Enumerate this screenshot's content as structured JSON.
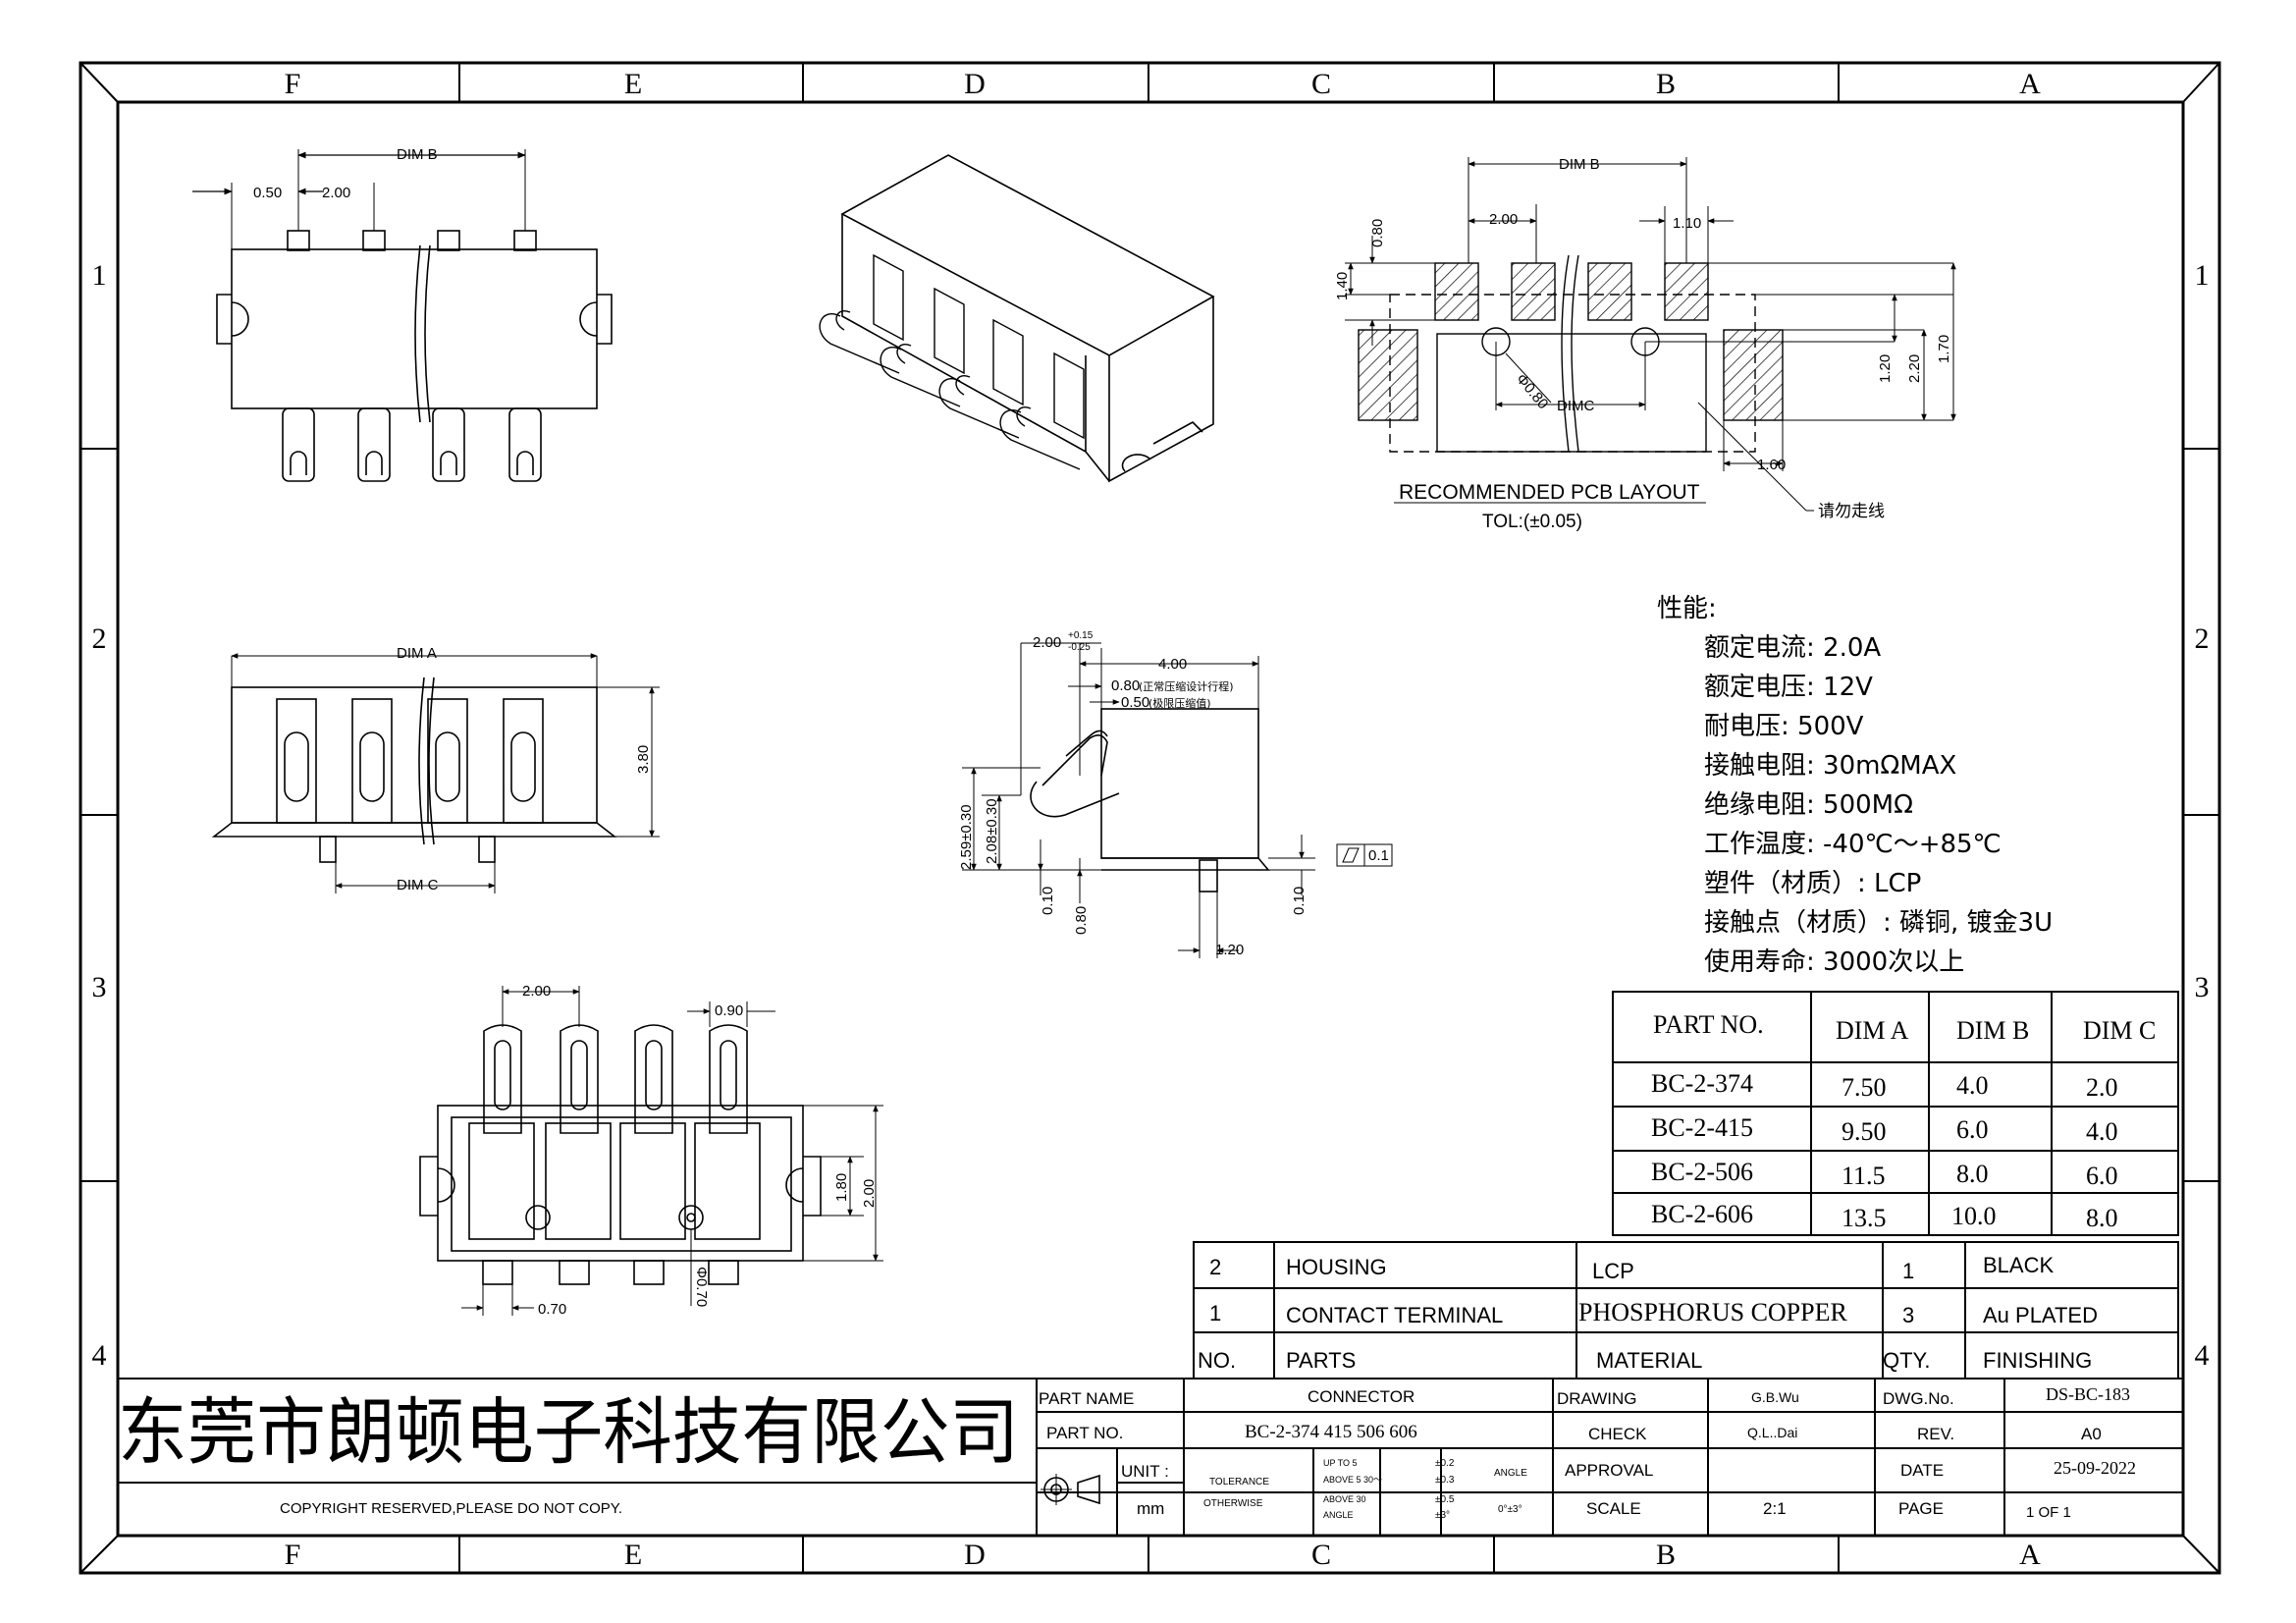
{
  "border": {
    "columns": [
      "F",
      "E",
      "D",
      "C",
      "B",
      "A"
    ],
    "rows": [
      "1",
      "2",
      "3",
      "4"
    ]
  },
  "top_view": {
    "dim_b": "DIM B",
    "d050": "0.50",
    "d200": "2.00"
  },
  "front_view": {
    "dim_a": "DIM A",
    "d380": "3.80",
    "dim_c": "DIM C"
  },
  "bottom_view": {
    "d200": "2.00",
    "d090": "0.90",
    "d180": "1.80",
    "d200b": "2.00",
    "d070": "0.70",
    "phi070": "Φ0.70"
  },
  "side_view": {
    "d200": "2.00",
    "d200_tol_up": "+0.15",
    "d200_tol_dn": "-0.25",
    "d400": "4.00",
    "d080": "0.80",
    "d080_note": "(正常压缩设计行程)",
    "d050": "0.50",
    "d050_note": "(极限压缩值)",
    "d259": "2.59±0.30",
    "d208": "2.08±0.30",
    "d010a": "0.10",
    "d080b": "0.80",
    "d120": "1.20",
    "d010b": "0.10",
    "flatness": "0.1"
  },
  "pcb": {
    "dim_b": "DIM B",
    "d200": "2.00",
    "d110": "1.10",
    "d080": "0.80",
    "d140": "1.40",
    "d120": "1.20",
    "d220": "2.20",
    "d170": "1.70",
    "phi080": "Φ0.80",
    "dim_c": "DIMC",
    "d160": "1.60",
    "title": "RECOMMENDED PCB LAYOUT",
    "tol": "TOL:(±0.05)",
    "note": "请勿走线"
  },
  "specs": {
    "heading": "性能:",
    "lines": [
      "额定电流: 2.0A",
      "额定电压: 12V",
      "耐电压: 500V",
      "接触电阻: 30mΩMAX",
      "绝缘电阻: 500MΩ",
      "工作温度: -40℃～+85℃",
      "塑件（材质）: LCP",
      "接触点（材质）: 磷铜, 镀金3U",
      "使用寿命: 3000次以上"
    ]
  },
  "dim_table": {
    "headers": [
      "PART NO.",
      "DIM A",
      "DIM B",
      "DIM C"
    ],
    "rows": [
      [
        "BC-2-374",
        "7.50",
        "4.0",
        "2.0"
      ],
      [
        "BC-2-415",
        "9.50",
        "6.0",
        "4.0"
      ],
      [
        "BC-2-506",
        "11.5",
        "8.0",
        "6.0"
      ],
      [
        "BC-2-606",
        "13.5",
        "10.0",
        "8.0"
      ]
    ]
  },
  "bom": {
    "rows": [
      [
        "2",
        "HOUSING",
        "LCP",
        "1",
        "BLACK"
      ],
      [
        "1",
        "CONTACT TERMINAL",
        "PHOSPHORUS COPPER",
        "3",
        "Au PLATED"
      ]
    ],
    "header": [
      "NO.",
      "PARTS",
      "MATERIAL",
      "QTY.",
      "FINISHING"
    ]
  },
  "title_block": {
    "company": "东莞市朗顿电子科技有限公司",
    "copyright": "COPYRIGHT RESERVED,PLEASE DO NOT COPY.",
    "part_name_label": "PART NAME",
    "part_name": "CONNECTOR",
    "part_no_label": "PART NO.",
    "part_no": "BC-2-374 415 506 606",
    "unit_label": "UNIT   :",
    "unit": "mm",
    "tolerance": "TOLERANCE",
    "otherwise": "OTHERWISE",
    "tol_rows": [
      [
        "UP TO 5",
        "±0.2"
      ],
      [
        "ABOVE 5  30～",
        "±0.3"
      ],
      [
        "ABOVE 30",
        "±0.5"
      ],
      [
        "ANGLE",
        "±3°"
      ]
    ],
    "angle_label": "ANGLE",
    "angle_val": "0°±3°",
    "drawing_label": "DRAWING",
    "drawing": "G.B.Wu",
    "check_label": "CHECK",
    "check": "Q.L..Dai",
    "approval_label": "APPROVAL",
    "scale_label": "SCALE",
    "scale": "2:1",
    "dwg_label": "DWG.No.",
    "dwg": "DS-BC-183",
    "rev_label": "REV.",
    "rev": "A0",
    "date_label": "DATE",
    "date": "25-09-2022",
    "page_label": "PAGE",
    "page": "1 OF 1"
  }
}
